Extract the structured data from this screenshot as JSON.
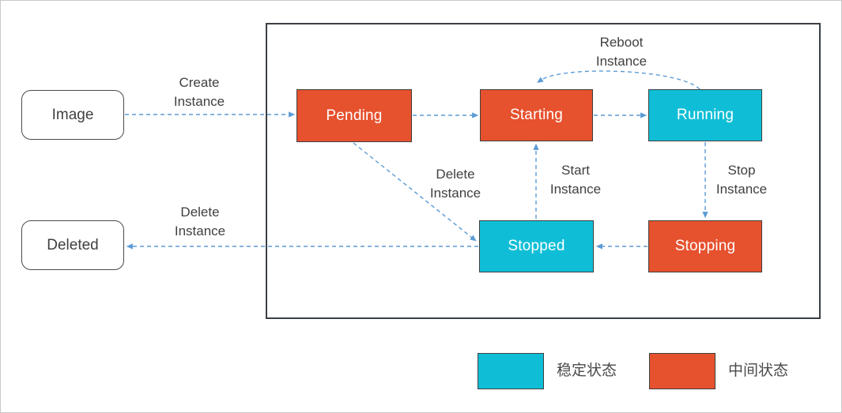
{
  "nodes": {
    "image": {
      "label": "Image",
      "category": "terminal"
    },
    "deleted": {
      "label": "Deleted",
      "category": "terminal"
    },
    "pending": {
      "label": "Pending",
      "category": "intermediate"
    },
    "starting": {
      "label": "Starting",
      "category": "intermediate"
    },
    "running": {
      "label": "Running",
      "category": "stable"
    },
    "stopped": {
      "label": "Stopped",
      "category": "stable"
    },
    "stopping": {
      "label": "Stopping",
      "category": "intermediate"
    }
  },
  "edge_labels": {
    "create": {
      "line1": "Create",
      "line2": "Instance"
    },
    "reboot": {
      "line1": "Reboot",
      "line2": "Instance"
    },
    "delete_to_stopped": {
      "line1": "Delete",
      "line2": "Instance"
    },
    "start": {
      "line1": "Start",
      "line2": "Instance"
    },
    "stop": {
      "line1": "Stop",
      "line2": "Instance"
    },
    "delete_to_deleted": {
      "line1": "Delete",
      "line2": "Instance"
    }
  },
  "legend": {
    "stable_label": "稳定状态",
    "intermediate_label": "中间状态"
  },
  "colors": {
    "stable": "#0FBED6",
    "intermediate": "#E6512E",
    "arrow": "#5B9BD5",
    "node_border": "#404040",
    "label_text": "#404040"
  }
}
